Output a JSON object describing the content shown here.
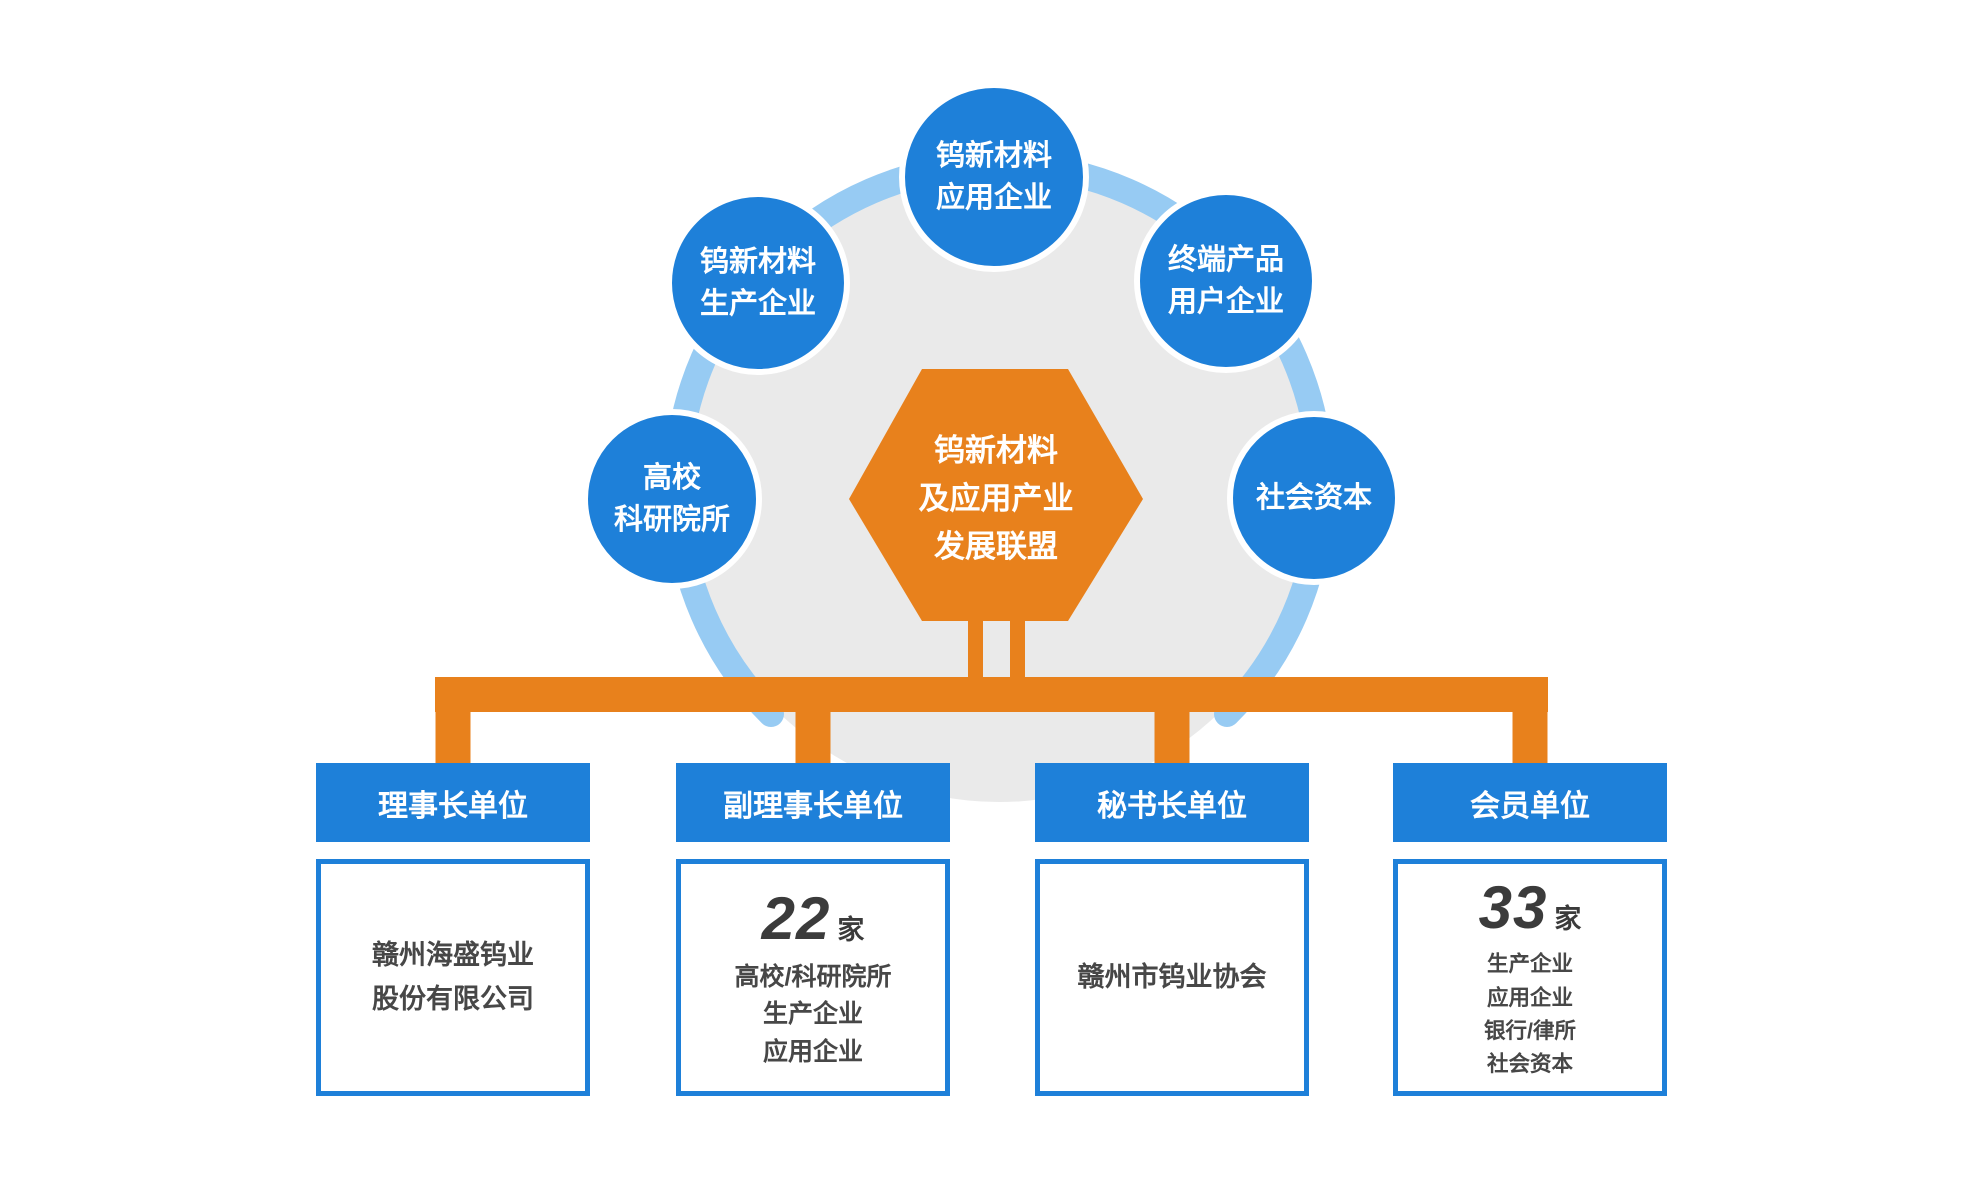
{
  "hub": {
    "lines": [
      "钨新材料",
      "及应用产业",
      "发展联盟"
    ]
  },
  "satellites": [
    {
      "id": "tungsten-application-enterprises",
      "lines": [
        "钨新材料",
        "应用企业"
      ]
    },
    {
      "id": "tungsten-production-enterprises",
      "lines": [
        "钨新材料",
        "生产企业"
      ]
    },
    {
      "id": "end-product-user-enterprises",
      "lines": [
        "终端产品",
        "用户企业"
      ]
    },
    {
      "id": "universities-research-institutes",
      "lines": [
        "高校",
        "科研院所"
      ]
    },
    {
      "id": "social-capital",
      "lines": [
        "社会资本"
      ]
    }
  ],
  "branches": [
    {
      "header": "理事长单位",
      "body_lines": [
        "赣州海盛钨业",
        "股份有限公司"
      ]
    },
    {
      "header": "副理事长单位",
      "count": "22",
      "count_unit": "家",
      "body_lines": [
        "高校/科研院所",
        "生产企业",
        "应用企业"
      ]
    },
    {
      "header": "秘书长单位",
      "body_lines": [
        "赣州市钨业协会"
      ]
    },
    {
      "header": "会员单位",
      "count": "33",
      "count_unit": "家",
      "body_lines": [
        "生产企业",
        "应用企业",
        "银行/律所",
        "社会资本"
      ]
    }
  ],
  "colors": {
    "blue": "#1e80d9",
    "light_blue_ring": "#97cbf3",
    "gray_disc": "#eaeaea",
    "orange": "#e8811c",
    "text_dark": "#474747",
    "white": "#ffffff"
  }
}
